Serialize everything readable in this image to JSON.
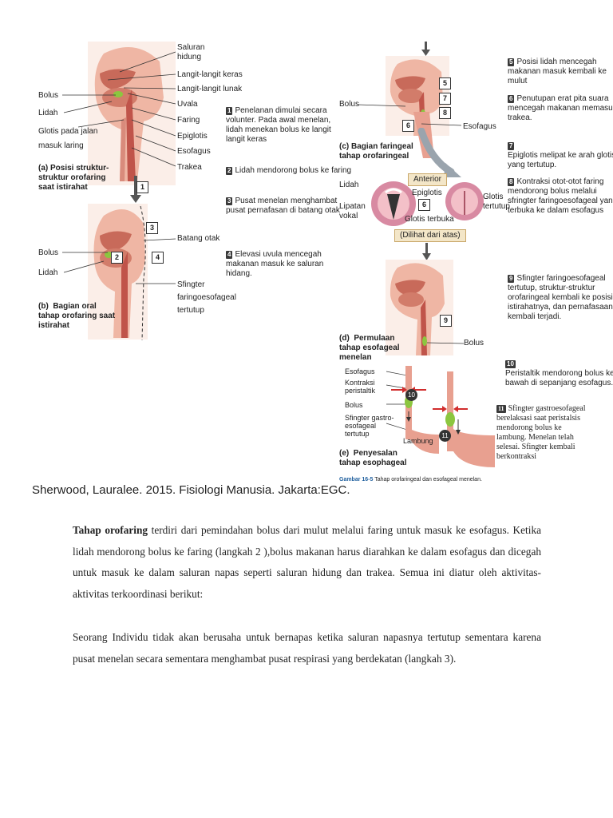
{
  "panel_a": {
    "labels": {
      "saluran_hidung": "Saluran\nhidung",
      "langit_keras": "Langit-langit keras",
      "langit_lunak": "Langit-langit lunak",
      "uvala": "Uvala",
      "faring": "Faring",
      "epiglotis": "Epiglotis",
      "esofagus": "Esofagus",
      "trakea": "Trakea",
      "bolus": "Bolus",
      "lidah": "Lidah",
      "glotis": "Glotis pada jalan\nmasuk laring"
    },
    "caption": "(a) Posisi struktur-\nstruktur orofaring\nsaat istirahat"
  },
  "panel_b": {
    "labels": {
      "batang_otak": "Batang otak",
      "bolus": "Bolus",
      "lidah": "Lidah",
      "sfingter": "Sfingter\nfaringoesofageal\ntertutup"
    },
    "caption": "(b)  Bagian oral\ntahap orofaring saat\nistirahat"
  },
  "steps_left": [
    {
      "n": "1",
      "text": "Penelanan dimulai secara\nvolunter. Pada awal menelan,\nlidah menekan bolus ke langit\nlangit keras"
    },
    {
      "n": "2",
      "text": "Lidah mendorong bolus ke faring"
    },
    {
      "n": "3",
      "text": "Pusat menelan menghambat\npusat pernafasan di batang otak"
    },
    {
      "n": "4",
      "text": "Elevasi uvula mencegah\nmakanan masuk ke saluran\nhidang."
    }
  ],
  "panel_c": {
    "labels": {
      "bolus": "Bolus",
      "esofagus": "Esofagus"
    },
    "caption": "(c) Bagian faringeal\ntahap orofaringeal"
  },
  "detail_view": {
    "anterior": "Anterior",
    "lidah": "Lidah",
    "epiglotis": "Epiglotis",
    "lipatan": "Lipatan\nvokal",
    "glotis_terbuka": "Glotis terbuka",
    "glotis_tertutup": "Glotis\ntertutup",
    "dilihat": "(Dilihat dari atas)"
  },
  "steps_right": [
    {
      "n": "5",
      "text": "Posisi lidah mencegah\nmakanan masuk kembali ke\nmulut"
    },
    {
      "n": "6",
      "text": "Penutupan erat pita suara\nmencegah makanan memasuki\ntrakea."
    },
    {
      "n": "7",
      "text": "Epiglotis melipat ke arah glotis\nyang tertutup."
    },
    {
      "n": "8",
      "text": "Kontraksi otot-otot faring\nmendorong bolus melalui\nsfringter faringoesofageal yang\nterbuka ke dalam esofagus"
    },
    {
      "n": "9",
      "text": "Sfingter faringoesofageal\ntertutup, struktur-struktur\norofaringeal kembali ke posisi\nistirahatnya, dan pernafasaan\nkembali terjadi."
    },
    {
      "n": "10",
      "text": "Peristaltik mendorong bolus ke\nbawah di sepanjang esofagus."
    },
    {
      "n": "11",
      "text": "Sfingter gastroesofageal\nberelaksasi saat peristalsis\nmendorong bolus ke\nlambung. Menelan telah\nselesai. Sfingter kembali\nberkontraksi"
    }
  ],
  "panel_d": {
    "labels": {
      "bolus": "Bolus"
    },
    "caption": "(d)  Permulaan\ntahap esofageal\nmenelan"
  },
  "panel_e": {
    "labels": {
      "esofagus": "Esofagus",
      "kontraksi": "Kontraksi\nperistaltik",
      "bolus": "Bolus",
      "sfingter": "Sfingter gastro-\nesofageal\ntertutup",
      "lambung": "Lambung"
    },
    "caption": "(e)  Penyesalan\ntahap esophageal"
  },
  "figure_caption": {
    "label": "Gambar 16-5",
    "text": "Tahap orofaringeal dan esofageal menelan."
  },
  "citation": "Sherwood, Lauralee. 2015. Fisiologi Manusia. Jakarta:EGC.",
  "paragraph1": {
    "bold": "Tahap orofaring",
    "rest": " terdiri dari pemindahan bolus dari mulut melalui faring untuk masuk ke esofagus. Ketika lidah mendorong bolus ke faring (langkah 2 ),bolus makanan harus diarahkan ke dalam esofagus dan dicegah untuk masuk ke dalam saluran napas seperti saluran hidung dan trakea. Semua ini diatur oleh aktivitas-aktivitas terkoordinasi berikut:"
  },
  "paragraph2": "Seorang Individu tidak akan berusaha untuk bernapas ketika saluran napasnya tertutup sementara karena pusat menelan secara sementara menghambat pusat respirasi yang berdekatan (langkah 3).",
  "colors": {
    "tissue": "#e9a08f",
    "tissue_dark": "#c0544a",
    "bolus": "#8cc63f",
    "arrow": "#555555"
  }
}
